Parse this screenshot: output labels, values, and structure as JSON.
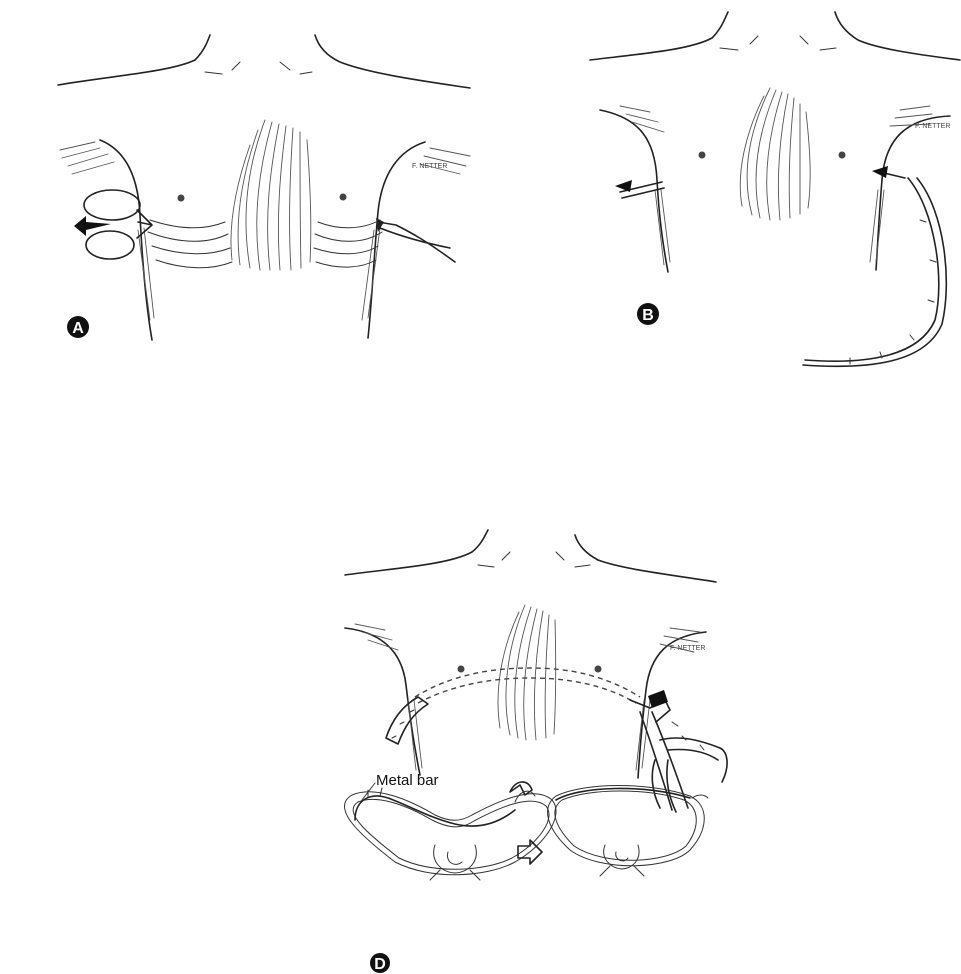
{
  "panels": {
    "a": {
      "label": "A"
    },
    "b": {
      "label": "B"
    },
    "d": {
      "label": "D"
    }
  },
  "callouts": {
    "metal_bar": "Metal bar"
  },
  "signature": "F. NETTER"
}
